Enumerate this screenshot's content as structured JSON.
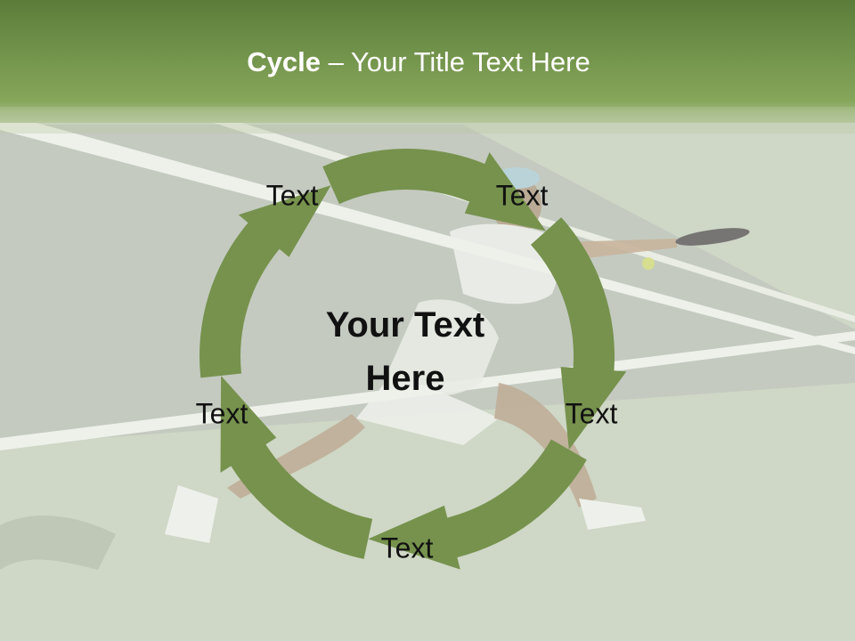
{
  "title": {
    "bold": "Cycle",
    "rest": " – Your Title Text Here"
  },
  "center_text": {
    "line1": "Your Text",
    "line2": "Here"
  },
  "step_labels": [
    "Text",
    "Text",
    "Text",
    "Text",
    "Text"
  ],
  "colors": {
    "arrow": "#76924d",
    "header_top": "#5b7d3a",
    "header_bottom": "#8cab5e",
    "court": "#d3dac8",
    "background": "#cdd5c3"
  }
}
